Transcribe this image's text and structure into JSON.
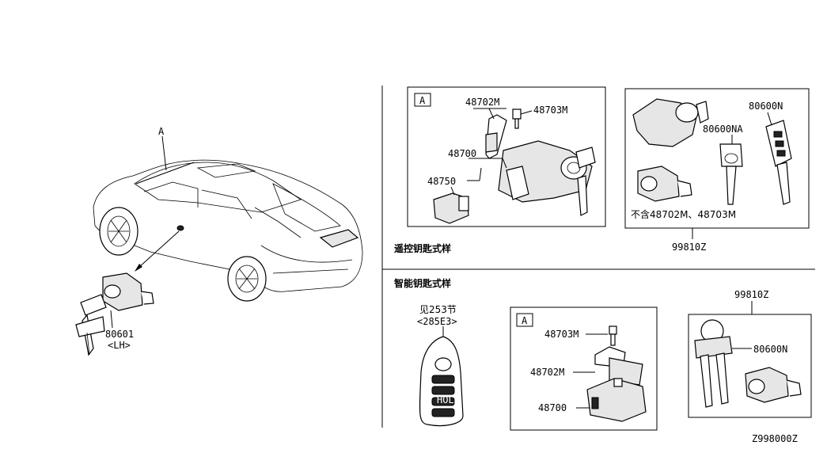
{
  "labels": {
    "A_car": "A",
    "lh_part": "80601",
    "lh_side": "<LH>",
    "box_a1_tag": "A",
    "p48702M_top": "48702M",
    "p48703M_top": "48703M",
    "p48700_top": "48700",
    "p48750": "48750",
    "p80600N_top": "80600N",
    "p80600NA": "80600NA",
    "not_incl": "不含48702M、48703M",
    "set_top": "99810Z",
    "remote_title": "遥控钥匙式样",
    "smart_title": "智能钥匙式样",
    "see_page": "见253节",
    "see_ref": "<285E3>",
    "box_a2_tag": "A",
    "p48703M_bot": "48703M",
    "p48702M_bot": "48702M",
    "p48700_bot": "48700",
    "set_bot": "99810Z",
    "p80600N_bot": "80600N",
    "diagram_code": "Z998000Z",
    "fob_btn_hold": "HOLD"
  }
}
